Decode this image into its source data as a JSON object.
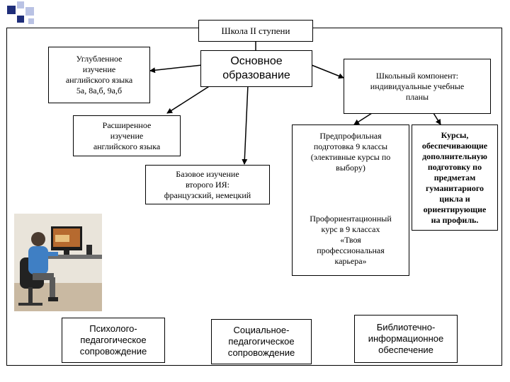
{
  "title": "Школа II ступени",
  "boxes": {
    "deep_english": "Углубленное\nизучение\nанглийского языка\n5а, 8а,б,  9а,б",
    "basic_education": "Основное\nобразование",
    "school_component": "Школьный компонент:\nиндивидуальные учебные\nпланы",
    "extended_english": "Расширенное\nизучение\nанглийского языка",
    "second_language": "Базовое изучение\nвторого ИЯ:\nфранцузский, немецкий",
    "preprofile": "Предпрофильная\nподготовка  9 классы\n(элективные курсы по\nвыбору)",
    "courses": "Курсы,\nобеспечивающие\nдополнительную\nподготовку по\nпредметам\nгуманитарного\nцикла и\nориентирующие\nна профиль.",
    "career_course": "Профориентационный\nкурс в 9 классах\n«Твоя\nпрофессиональная\nкарьера»",
    "psych_support": "Психолого-\nпедагогическое\nсопровождение",
    "social_support": "Социальное-\nпедагогическое\nсопровождение",
    "library_support": "Библиотечно-\nинформационное\nобеспечение"
  },
  "colors": {
    "accent_dark": "#1f2e7a",
    "accent_light": "#b9c2e4",
    "line": "#000000"
  }
}
